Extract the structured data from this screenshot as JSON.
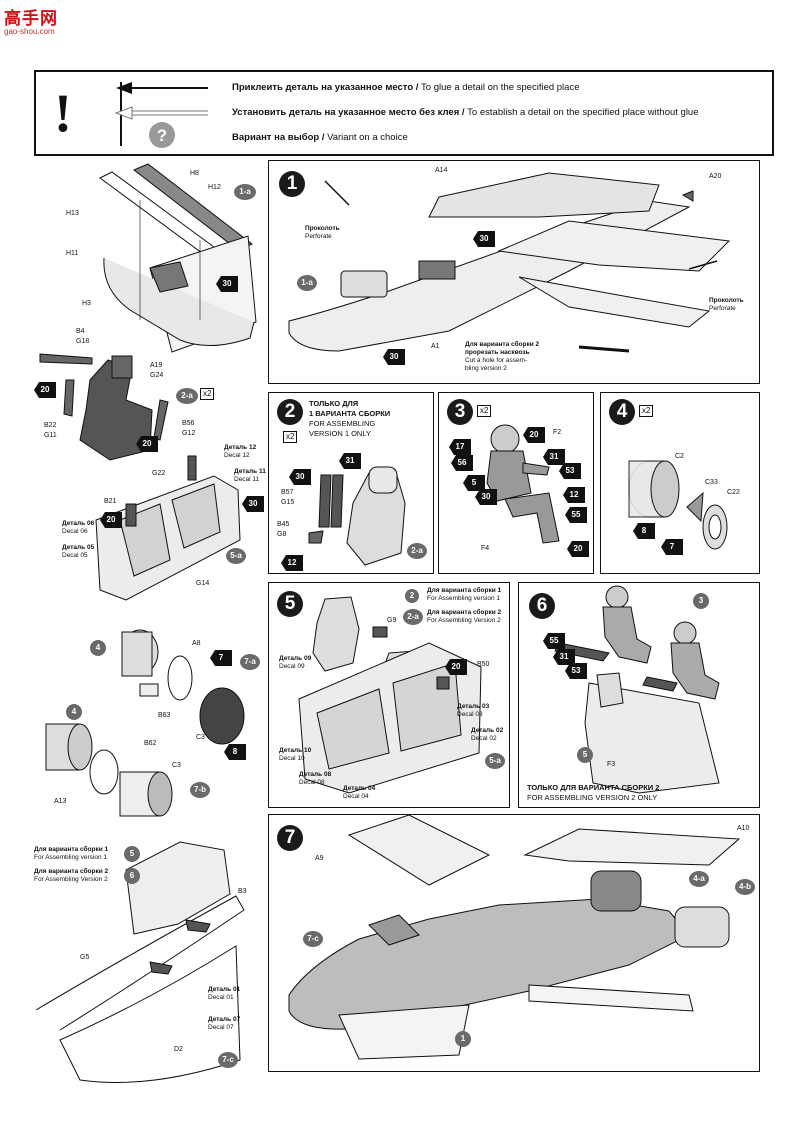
{
  "watermark": {
    "brand": "高手网",
    "url": "gao-shou.com"
  },
  "legend": {
    "row1_ru": "Приклеить деталь на указанное место /",
    "row1_en": " To glue a detail on the specified place",
    "row2_ru": "Установить деталь на указанное место без клея /",
    "row2_en": " To establish a detail on the specified place without glue",
    "row3_ru": "Вариант на выбор /",
    "row3_en": " Variant on a choice",
    "icons": [
      "exclamation-icon",
      "solid-arrow-icon",
      "outline-arrow-icon",
      "question-icon"
    ]
  },
  "steps": {
    "s1": {
      "num": "1",
      "label_a14": "A14",
      "label_a20": "A20",
      "label_a1": "A1",
      "badge_1a": "1-a",
      "perforate_ru": "Проколоть",
      "perforate_en": "Perforate",
      "perforate2_ru": "Проколоть",
      "perforate2_en": "Perforate",
      "cut_ru1": "Для варианта сборки 2",
      "cut_ru2": "прорезать насквозь",
      "cut_en1": "Cut a hole for assem-",
      "cut_en2": "bling version 2",
      "paint30a": "30",
      "paint30b": "30"
    },
    "s1a": {
      "badge": "1-a",
      "labels": [
        "H8",
        "H12",
        "H13",
        "H11",
        "H3"
      ],
      "paint": "30"
    },
    "s2a": {
      "badge": "2-a",
      "x2": "x2",
      "labels": [
        "B4",
        "G18",
        "A19",
        "G24",
        "B22",
        "G11",
        "B56",
        "G12"
      ],
      "paint1": "20",
      "paint2": "20"
    },
    "s5a": {
      "badge": "5-a",
      "labels": [
        "G22",
        "B21",
        "G14"
      ],
      "paint1": "20",
      "paint2": "30",
      "decal12_ru": "Деталь 12",
      "decal12_en": "Decal 12",
      "decal11_ru": "Деталь 11",
      "decal11_en": "Decal 11",
      "decal06_ru": "Деталь 06",
      "decal06_en": "Decal 06",
      "decal05_ru": "Деталь 05",
      "decal05_en": "Decal 05"
    },
    "s2": {
      "num": "2",
      "only_ru1": "ТОЛЬКО ДЛЯ",
      "only_ru2": "1 ВАРИАНТА СБОРКИ",
      "only_en1": "FOR ASSEMBLING",
      "only_en2": "VERSION 1 ONLY",
      "x2": "x2",
      "labels": [
        "B57",
        "G15",
        "B45",
        "G8"
      ],
      "paint31": "31",
      "paint30": "30",
      "paint12": "12",
      "badge": "2-a"
    },
    "s3": {
      "num": "3",
      "x2": "x2",
      "label": "F2",
      "label2": "F4",
      "paints": [
        "17",
        "56",
        "5",
        "30",
        "20",
        "31",
        "53",
        "12",
        "55",
        "20"
      ]
    },
    "s4": {
      "num": "4",
      "x2": "x2",
      "labels": [
        "C2",
        "C33",
        "C22"
      ],
      "paint8": "8",
      "paint7": "7"
    },
    "s7a": {
      "badge": "7-a",
      "circle": "4",
      "labels": [
        "A8",
        "B63",
        "C3"
      ],
      "paint7": "7",
      "paint8": "8"
    },
    "s7b": {
      "badge": "7-b",
      "circle": "4",
      "labels": [
        "B62",
        "C3",
        "A13"
      ]
    },
    "s5": {
      "num": "5",
      "circle2": "2",
      "badge": "2-a",
      "var1_ru": "Для варианта сборки 1",
      "var1_en": "For Assembling version 1",
      "var2_ru": "Для варианта сборки 2",
      "var2_en": "For Assembling Version 2",
      "labels": [
        "G9",
        "B50"
      ],
      "paint20": "20",
      "badge5a": "5-a",
      "decal09_ru": "Деталь 09",
      "decal09_en": "Decal 09",
      "decal10_ru": "Деталь 10",
      "decal10_en": "Decal 10",
      "decal08_ru": "Деталь 08",
      "decal08_en": "Decal 08",
      "decal04_ru": "Деталь 04",
      "decal04_en": "Decal 04",
      "decal03_ru": "Деталь 03",
      "decal03_en": "Decal 03",
      "decal02_ru": "Деталь 02",
      "decal02_en": "Decal 02"
    },
    "s6": {
      "num": "6",
      "circle3": "3",
      "circle5": "5",
      "label": "F3",
      "paints": [
        "55",
        "31",
        "53"
      ],
      "only_ru": "ТОЛЬКО ДЛЯ ВАРИАНТА СБОРКИ 2",
      "only_en": "FOR ASSEMBLING VERSION 2 ONLY"
    },
    "s7c": {
      "badge": "7-c",
      "circle5": "5",
      "circle6": "6",
      "var1_ru": "Для варианта сборки 1",
      "var1_en": "For Assembling version 1",
      "var2_ru": "Для варианта сборки 2",
      "var2_en": "For Assembling Version 2",
      "labels": [
        "B3",
        "G5",
        "D2"
      ],
      "decal01_ru": "Деталь 01",
      "decal01_en": "Decal 01",
      "decal07_ru": "Деталь 07",
      "decal07_en": "Decal 07"
    },
    "s7": {
      "num": "7",
      "labels": [
        "A9",
        "A10"
      ],
      "badges": [
        "4-a",
        "4-b",
        "7-c"
      ],
      "circle1": "1"
    }
  }
}
